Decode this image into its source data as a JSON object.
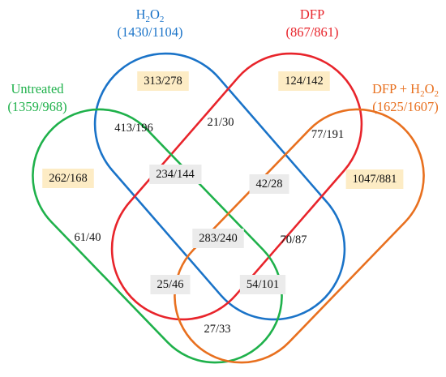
{
  "sets": [
    {
      "id": "h2o2",
      "name_main": "H",
      "name_sub1": "2",
      "name_mid": "O",
      "name_sub2": "2",
      "counts": "(1430/1104)",
      "color": "#1a73c8"
    },
    {
      "id": "dfp",
      "name": "DFP",
      "counts": "(867/861)",
      "color": "#e8242b"
    },
    {
      "id": "untreated",
      "name": "Untreated",
      "counts": "(1359/968)",
      "color": "#1fb14b"
    },
    {
      "id": "dfp_h2o2",
      "name_main": "DFP + H",
      "name_sub1": "2",
      "name_mid": "O",
      "name_sub2": "2",
      "counts": "(1625/1607)",
      "color": "#e8701f"
    }
  ],
  "regions": [
    {
      "id": "h2o2-only",
      "label": "313/278",
      "highlight": "yellow"
    },
    {
      "id": "dfp-only",
      "label": "124/142",
      "highlight": "yellow"
    },
    {
      "id": "untreated-h2o2",
      "label": "413/196",
      "highlight": "none"
    },
    {
      "id": "h2o2-dfp",
      "label": "21/30",
      "highlight": "none"
    },
    {
      "id": "dfp-dfph2o2",
      "label": "77/191",
      "highlight": "none"
    },
    {
      "id": "untreated-only",
      "label": "262/168",
      "highlight": "yellow"
    },
    {
      "id": "untreated-h2o2-dfp",
      "label": "234/144",
      "highlight": "gray"
    },
    {
      "id": "h2o2-dfp-dfph2o2",
      "label": "42/28",
      "highlight": "gray"
    },
    {
      "id": "dfph2o2-only",
      "label": "1047/881",
      "highlight": "yellow"
    },
    {
      "id": "untreated-dfp",
      "label": "61/40",
      "highlight": "none"
    },
    {
      "id": "all-four",
      "label": "283/240",
      "highlight": "gray"
    },
    {
      "id": "h2o2-dfph2o2",
      "label": "70/87",
      "highlight": "none"
    },
    {
      "id": "untreated-dfp-dfph2o2",
      "label": "25/46",
      "highlight": "gray"
    },
    {
      "id": "untreated-h2o2-dfph2o2",
      "label": "54/101",
      "highlight": "gray"
    },
    {
      "id": "untreated-dfph2o2",
      "label": "27/33",
      "highlight": "none"
    }
  ],
  "colors": {
    "highlight_yellow": "#fdecc5",
    "highlight_gray": "#ebebeb"
  }
}
